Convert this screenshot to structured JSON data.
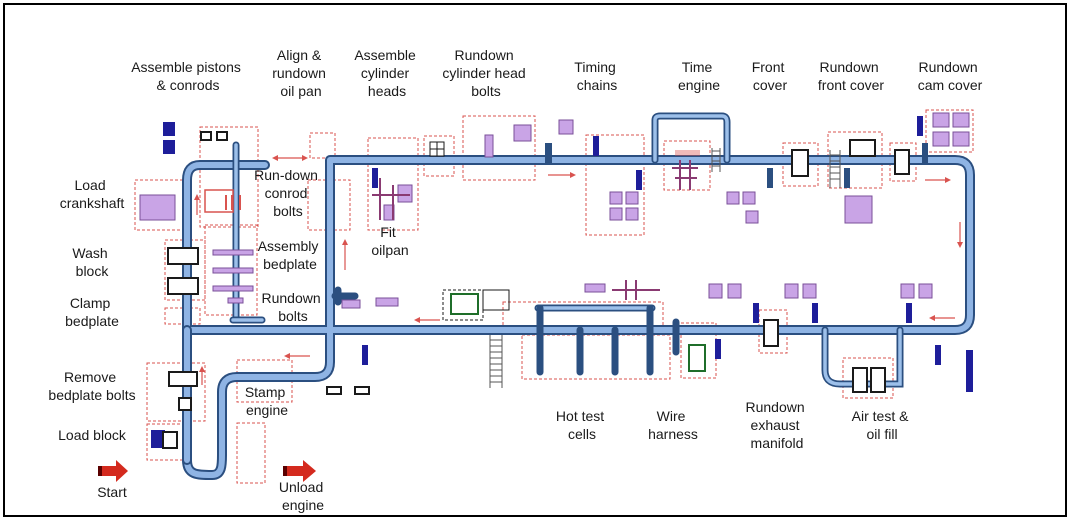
{
  "stations": {
    "assemble_pistons": [
      "Assemble pistons",
      "& conrods"
    ],
    "align_rundown": [
      "Align &",
      "rundown",
      "oil pan"
    ],
    "assemble_heads": [
      "Assemble",
      "cylinder",
      "heads"
    ],
    "rundown_head_bolts": [
      "Rundown",
      "cylinder head",
      "bolts"
    ],
    "timing_chains": [
      "Timing",
      "chains"
    ],
    "time_engine": [
      "Time",
      "engine"
    ],
    "front_cover": [
      "Front",
      "cover"
    ],
    "rundown_front_cover": [
      "Rundown",
      "front cover"
    ],
    "rundown_cam_cover": [
      "Rundown",
      "cam cover"
    ],
    "load_crankshaft": [
      "Load",
      "crankshaft"
    ],
    "wash_block": [
      "Wash",
      "block"
    ],
    "clamp_bedplate": [
      "Clamp",
      "bedplate"
    ],
    "remove_bedplate_bolts": [
      "Remove",
      "bedplate bolts"
    ],
    "load_block": [
      "Load block"
    ],
    "start": [
      "Start"
    ],
    "rundown_conrod_bolts": [
      "Run-down",
      "conrod",
      "bolts"
    ],
    "assembly_bedplate": [
      "Assembly",
      "bedplate"
    ],
    "rundown_bolts": [
      "Rundown",
      "bolts"
    ],
    "fit_oilpan": [
      "Fit",
      "oilpan"
    ],
    "stamp_engine": [
      "Stamp",
      "engine"
    ],
    "unload_engine": [
      "Unload",
      "engine"
    ],
    "hot_test_cells": [
      "Hot test",
      "cells"
    ],
    "wire_harness": [
      "Wire",
      "harness"
    ],
    "rundown_exhaust_manifold": [
      "Rundown",
      "exhaust",
      "manifold"
    ],
    "air_test_oil_fill": [
      "Air test &",
      "oil fill"
    ]
  },
  "colors": {
    "conveyor": "#2b4f80",
    "conveyor_highlight": "#8fb4e4",
    "zone_outline": "#d9534f",
    "equipment": "#c9a4e6",
    "operator": "#1e1e9a",
    "start_arrow": "#d42a1e"
  }
}
